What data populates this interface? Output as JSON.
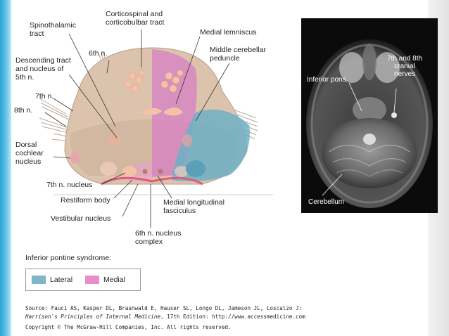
{
  "diagram_labels": {
    "spinothalamic": "Spinothalamic\ntract",
    "corticospinal": "Corticospinal and\ncorticobulbar tract",
    "medial_lemniscus": "Medial lemniscus",
    "sixth_n": "6th n.",
    "middle_cerebellar": "Middle cerebellar\npeduncle",
    "descending_tract": "Descending tract\nand nucleus of\n5th n.",
    "seventh_n": "7th n.",
    "eighth_n": "8th n.",
    "dorsal_cochlear": "Dorsal\ncochlear\nnucleus",
    "seventh_n_nucleus": "7th n. nucleus",
    "restiform": "Restiform body",
    "vestibular": "Vestibular nucleus",
    "mlf": "Medial longitudinal\nfasciculus",
    "sixth_n_nucleus": "6th n. nucleus\ncomplex"
  },
  "mri_labels": {
    "inferior_pons": "Inferior pons",
    "cranial_nerves": "7th and 8th\ncranial\nnerves",
    "cerebellum": "Cerebellum"
  },
  "legend": {
    "title": "Inferior pontine syndrome:",
    "items": [
      {
        "label": "Lateral",
        "color": "#7fb6c9"
      },
      {
        "label": "Medial",
        "color": "#e58fc6"
      }
    ]
  },
  "colors": {
    "lateral": "#6fb0c6",
    "medial": "#d77fc4",
    "tissue": "#dcc3ad",
    "nucleus": "#f3c2a8",
    "accent_bar": "#2aa4d8"
  },
  "citation": {
    "line1": "Source: Fauci AS, Kasper DL, Braunwald E, Hauser SL, Longo DL, Jameson JL, Loscalzo J:",
    "line2_italic": "Harrison's Principles of Internal Medicine",
    "line2_rest": ", 17th Edition: http://www.accessmedicine.com",
    "line3": "Copyright © The McGraw-Hill Companies, Inc. All rights reserved."
  }
}
